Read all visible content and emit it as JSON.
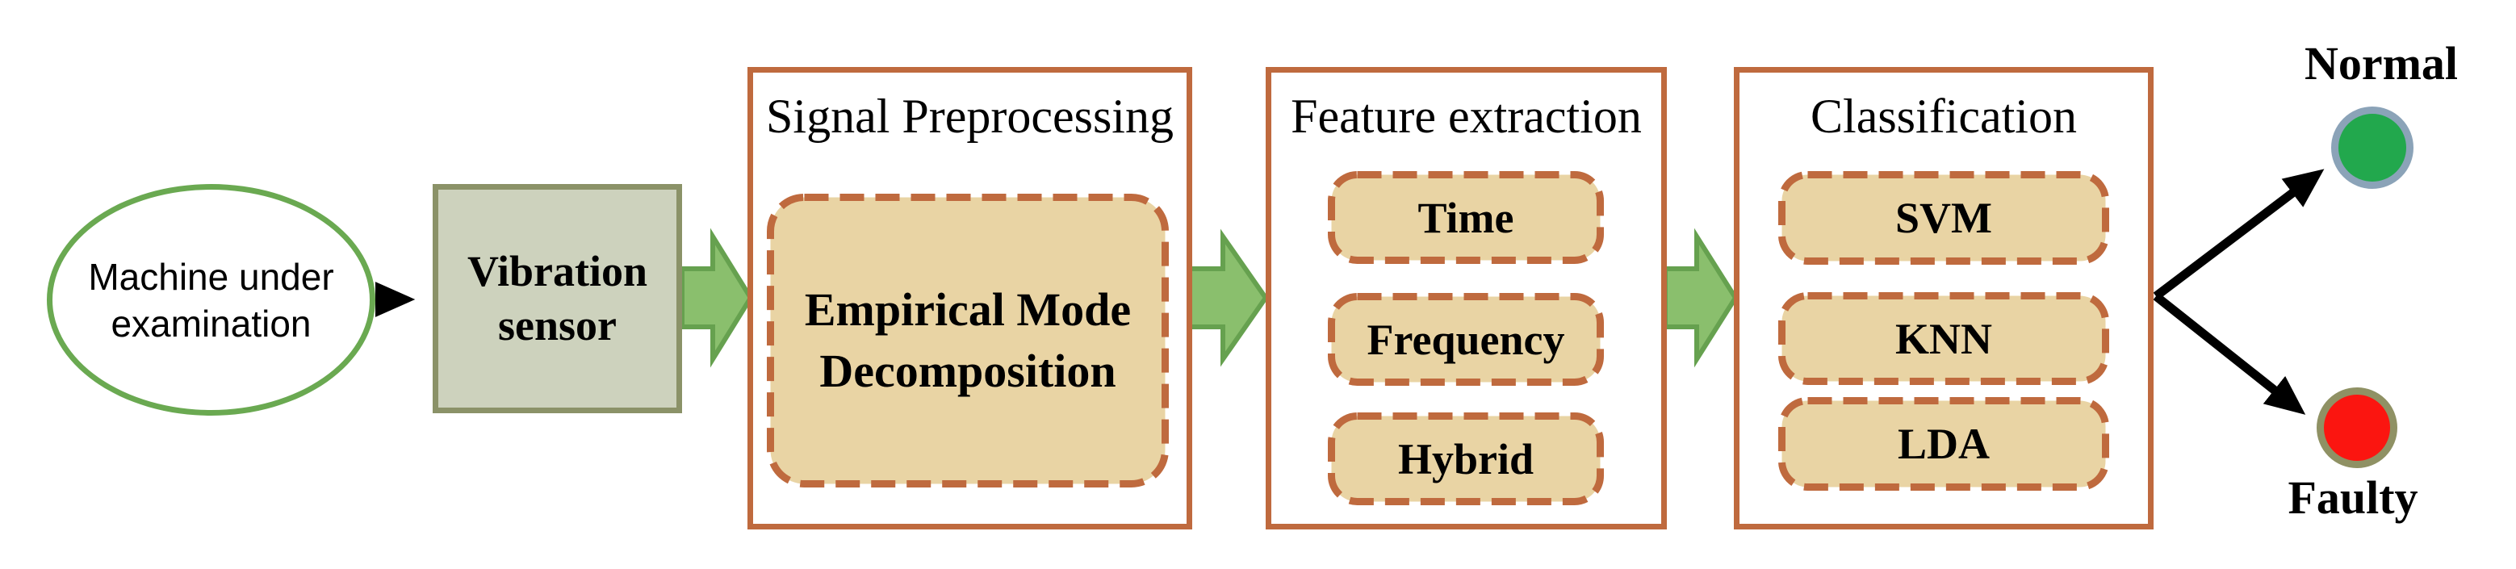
{
  "figure": {
    "type": "flow-diagram",
    "description": "Machine fault diagnosis pipeline using vibration signals"
  },
  "nodes": {
    "machine": {
      "line1": "Machine under",
      "line2": "examination"
    },
    "sensor": {
      "line1": "Vibration",
      "line2": "sensor"
    }
  },
  "panels": {
    "preprocessing": {
      "title": "Signal Preprocessing",
      "item_line1": "Empirical Mode",
      "item_line2": "Decomposition",
      "item": "Empirical Mode Decomposition"
    },
    "feature": {
      "title": "Feature extraction",
      "items": [
        "Time",
        "Frequency",
        "Hybrid"
      ]
    },
    "classification": {
      "title": "Classification",
      "items": [
        "SVM",
        "KNN",
        "LDA"
      ]
    }
  },
  "outputs": {
    "normal": {
      "label": "Normal",
      "color": "#22a84d",
      "ring_color": "#8ba3b8"
    },
    "faulty": {
      "label": "Faulty",
      "color": "#fb1510",
      "ring_color": "#8f9164"
    }
  },
  "colors": {
    "panel_border": "#bf6a3e",
    "dashed_box_border": "#bf6a3e",
    "dashed_box_fill": "#e9d4a4",
    "sensor_fill": "#cdd2bd",
    "sensor_border": "#8b9268",
    "machine_ellipse_border": "#6aa951",
    "flow_arrow_fill": "#8abf6d",
    "flow_arrow_border": "#66a14f",
    "connector_black": "#000000"
  }
}
